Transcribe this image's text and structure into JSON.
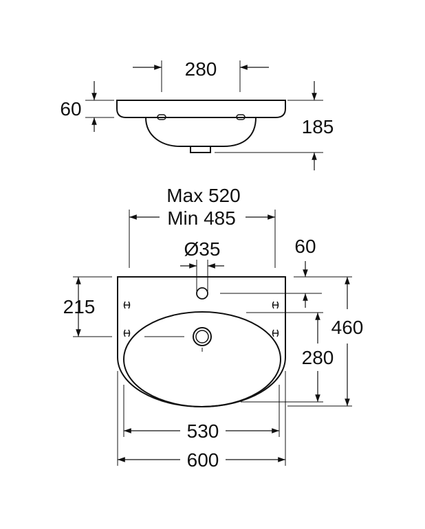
{
  "side_view": {
    "hole_spacing": "280",
    "rim_height": "60",
    "total_depth": "185"
  },
  "top_view": {
    "bracket_max": "Max 520",
    "bracket_min": "Min 485",
    "tap_hole_diameter": "Ø35",
    "tap_hole_offset": "60",
    "bracket_height": "215",
    "total_depth": "460",
    "bowl_depth": "280",
    "bowl_width": "530",
    "total_width": "600"
  },
  "colors": {
    "ink": "#111111",
    "background": "#ffffff"
  }
}
